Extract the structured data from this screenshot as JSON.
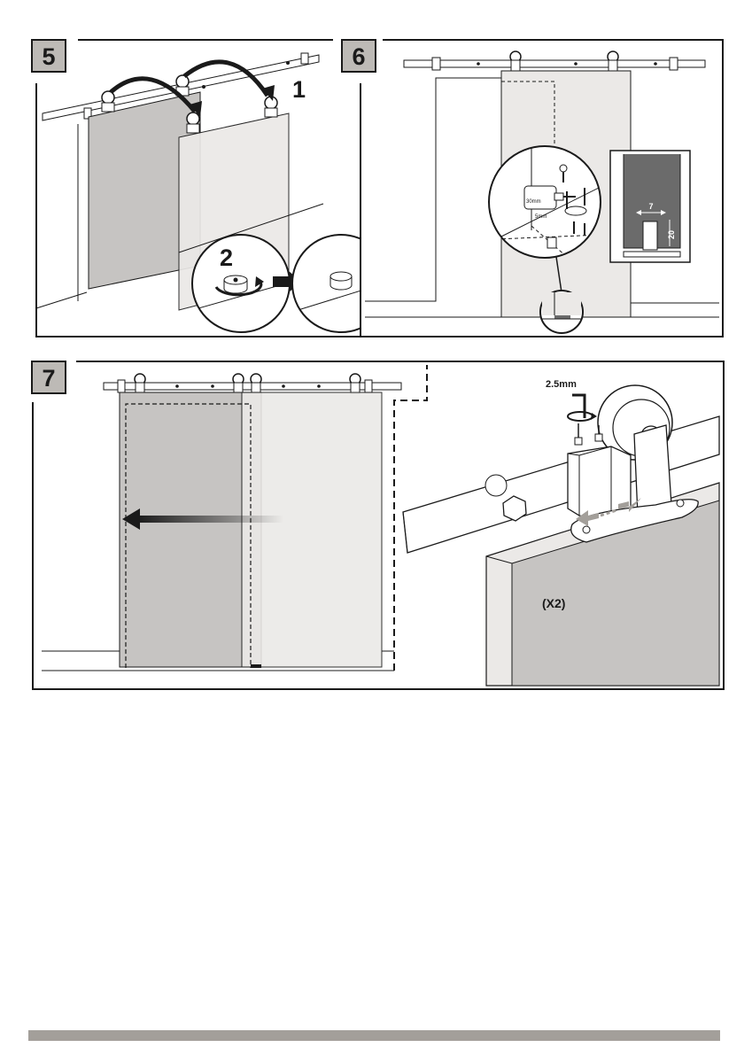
{
  "steps": [
    {
      "number": "5",
      "labels": {
        "arc_1": "1",
        "zoom_2": "2"
      }
    },
    {
      "number": "6",
      "labels": {
        "depth": "30mm",
        "bit": "5mm",
        "dim_w": "7",
        "dim_h": "20"
      }
    },
    {
      "number": "7",
      "labels": {
        "hex_key": "2.5mm",
        "quantity": "(X2)"
      }
    }
  ],
  "colors": {
    "panel_border": "#1a1a1a",
    "door_dark": "#c6c4c2",
    "door_light": "#ebe9e7",
    "badge_fill": "#bdbab6",
    "guide_slot": "#6b6b6b",
    "footer_bar": "#a39f9a"
  },
  "icons": [
    "hanger-wheel-icon",
    "rail-stop-icon",
    "floor-guide-icon",
    "drill-icon",
    "hex-key-icon",
    "arrow-left-icon",
    "arrow-right-icon"
  ]
}
